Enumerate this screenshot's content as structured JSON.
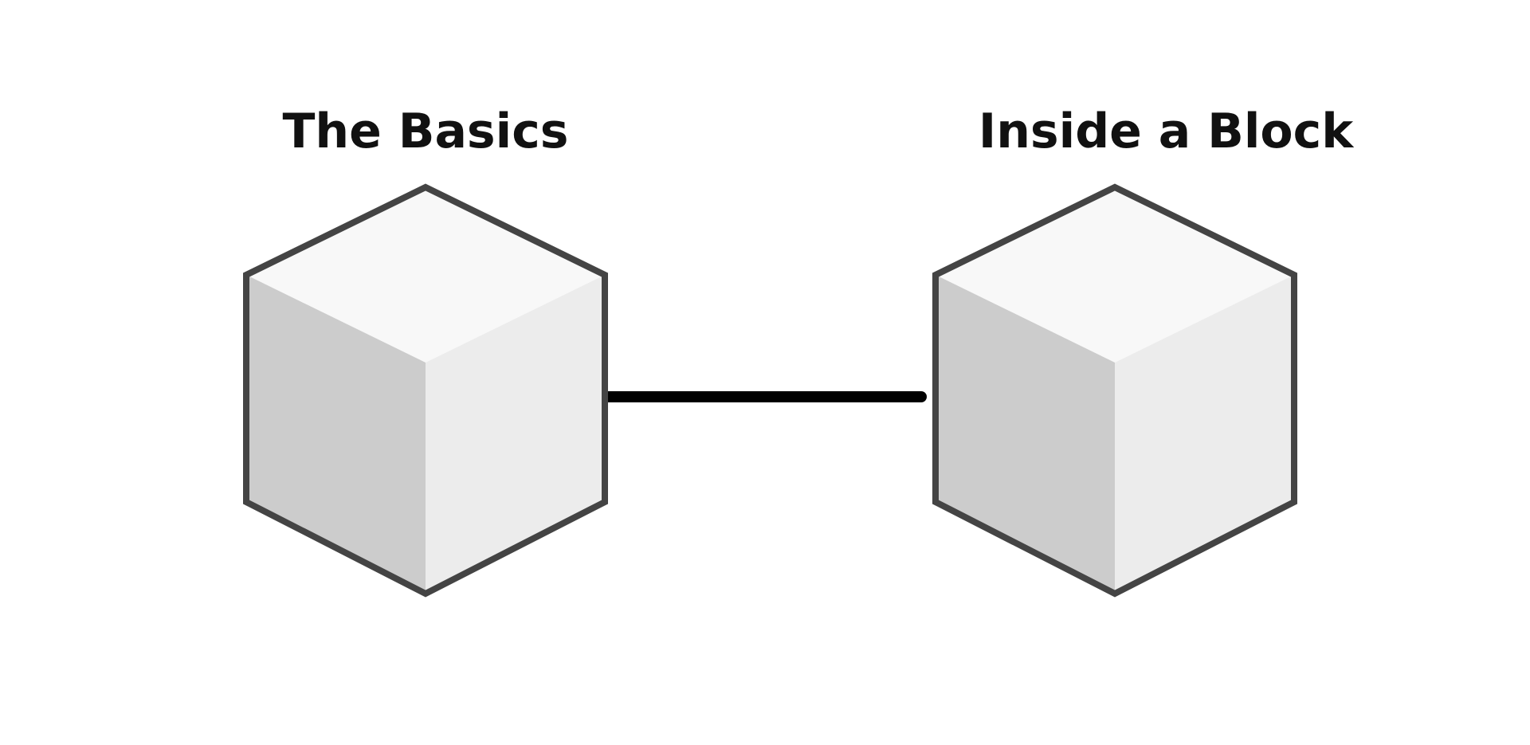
{
  "diagram": {
    "nodes": [
      {
        "label": "The Basics"
      },
      {
        "label": "Inside a Block"
      }
    ],
    "edges": [
      {
        "from": "The Basics",
        "to": "Inside a Block"
      }
    ],
    "colors": {
      "cube_top": "#f8f8f8",
      "cube_left": "#cccccc",
      "cube_right": "#ececec",
      "cube_outline": "#444444",
      "connector": "#000000",
      "label_text": "#111111"
    }
  }
}
